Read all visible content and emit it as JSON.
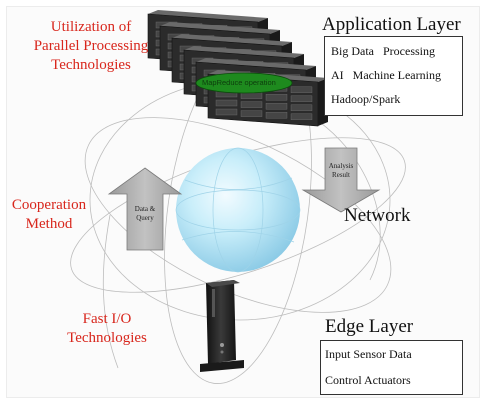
{
  "diagram": {
    "labels": {
      "utilization": "Utilization of\nParallel Processing\nTechnologies",
      "cooperation": "Cooperation\nMethod",
      "fast_io": "Fast I/O\nTechnologies"
    },
    "application_layer": {
      "title": "Application Layer",
      "items": [
        "Big Data   Processing",
        "AI   Machine Learning",
        "Hadoop/Spark"
      ]
    },
    "network": {
      "title": "Network"
    },
    "edge_layer": {
      "title": "Edge Layer",
      "items": [
        "Input Sensor Data",
        "Control Actuators"
      ]
    },
    "arrows": {
      "up": "Data &\nQuery",
      "down": "Analysis\nResult"
    },
    "mapreduce": "MapReduce operation",
    "colors": {
      "red_text": "#d8261c",
      "arrow_fill": "#a8a8a8",
      "globe": "#aee2f4",
      "mapreduce": "#1e8a1e",
      "server": "#2b2b2b"
    },
    "icons": [
      "server-rack-icon",
      "globe-icon",
      "edge-device-icon"
    ]
  }
}
